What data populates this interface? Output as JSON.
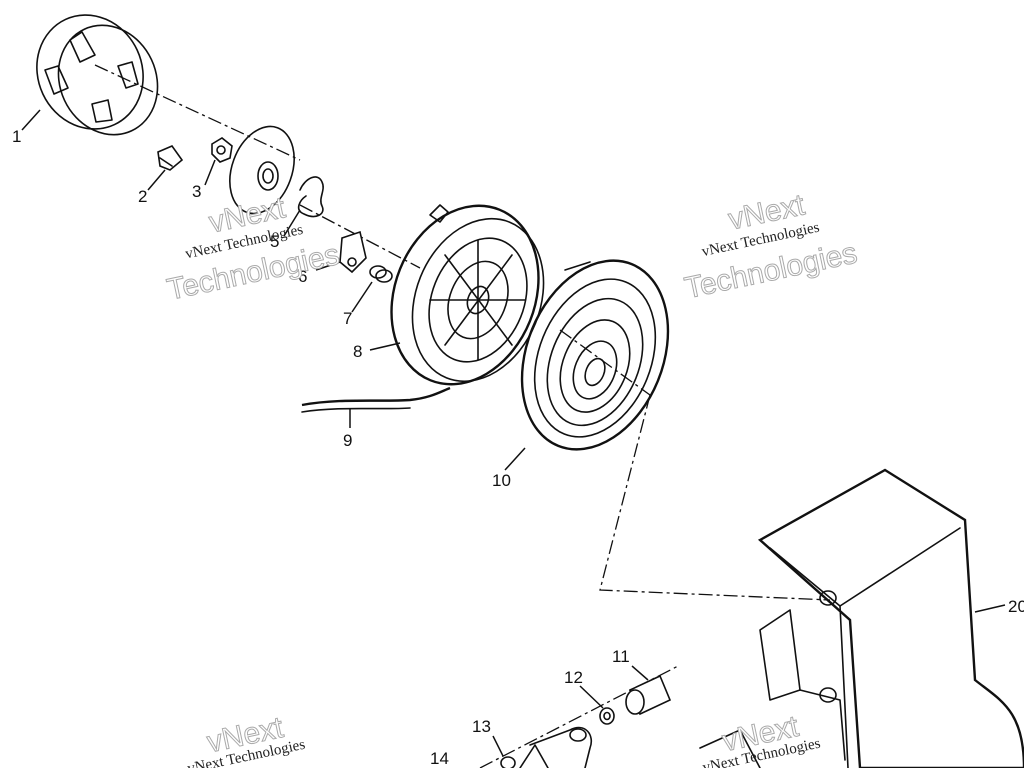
{
  "callouts": [
    "1",
    "2",
    "3",
    "5",
    "6",
    "7",
    "8",
    "9",
    "10",
    "11",
    "12",
    "13",
    "14",
    "20"
  ],
  "watermark": {
    "line1": "vNext",
    "line2": "vNext Technologies",
    "line3": "Technologies"
  }
}
